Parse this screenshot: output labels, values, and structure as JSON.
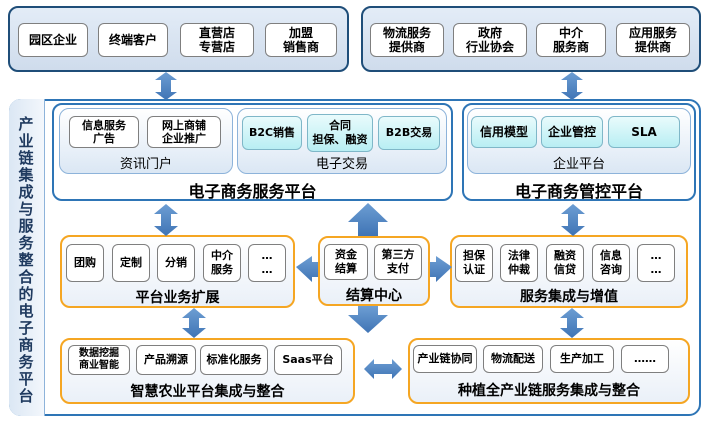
{
  "top_left": [
    "园区企业",
    "终端客户",
    "直营店\n专营店",
    "加盟\n销售商"
  ],
  "top_right": [
    "物流服务\n提供商",
    "政府\n行业协会",
    "中介\n服务商",
    "应用服务\n提供商"
  ],
  "side_title": "产业链集成与服务整合的电子商务平台",
  "ecommerce_platform": {
    "title": "电子商务服务平台",
    "portal": {
      "title": "资讯门户",
      "items": [
        "信息服务\n广告",
        "网上商铺\n企业推广"
      ]
    },
    "trade": {
      "title": "电子交易",
      "items": [
        "B2C销售",
        "合同\n担保、融资",
        "B2B交易"
      ]
    }
  },
  "control_platform": {
    "title": "电子商务管控平台",
    "enterprise": {
      "title": "企业平台",
      "items": [
        "信用模型",
        "企业管控",
        "SLA"
      ]
    }
  },
  "business_expansion": {
    "title": "平台业务扩展",
    "items": [
      "团购",
      "定制",
      "分销",
      "中介\n服务",
      "…\n…"
    ]
  },
  "settlement": {
    "title": "结算中心",
    "items": [
      "资金\n结算",
      "第三方\n支付"
    ]
  },
  "service_integration": {
    "title": "服务集成与增值",
    "items": [
      "担保\n认证",
      "法律\n仲裁",
      "融资\n信贷",
      "信息\n咨询",
      "…\n…"
    ]
  },
  "smart_agriculture": {
    "title": "智慧农业平台集成与整合",
    "items": [
      "数据挖掘\n商业智能",
      "产品溯源",
      "标准化服务",
      "Saas平台"
    ]
  },
  "planting_chain": {
    "title": "种植全产业链服务集成与整合",
    "items": [
      "产业链协同",
      "物流配送",
      "生产加工",
      "……"
    ]
  },
  "colors": {
    "navy": "#1f4e79",
    "blue": "#2e75b6",
    "orange": "#f5a623",
    "arrow": "#4a82c3"
  }
}
